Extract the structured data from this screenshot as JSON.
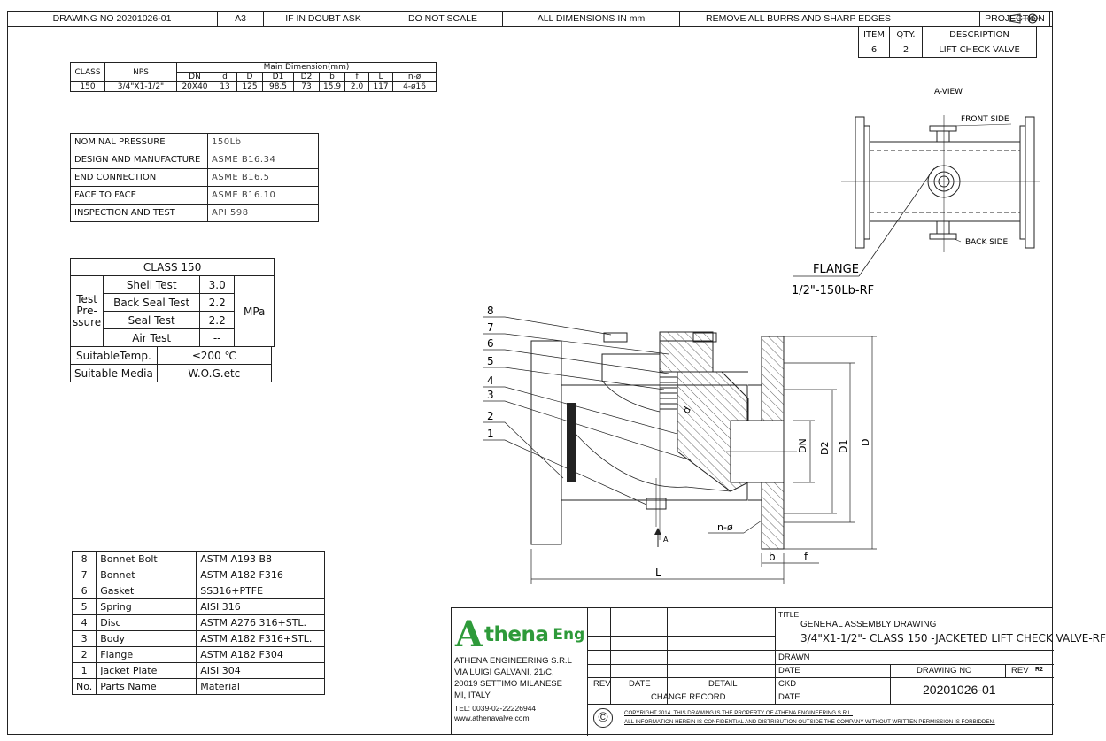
{
  "topbar": {
    "drawing_no": "DRAWING NO  20201026-01",
    "size": "A3",
    "doubt": "IF IN DOUBT ASK",
    "scale": "DO NOT SCALE",
    "dims": "ALL DIMENSIONS IN mm",
    "burrs": "REMOVE ALL BURRS AND SHARP EDGES",
    "projection": "PROJECTION"
  },
  "item_table": {
    "headers": [
      "ITEM",
      "QTY.",
      "DESCRIPTION"
    ],
    "row": [
      "6",
      "2",
      "LIFT CHECK VALVE"
    ]
  },
  "dimensions": {
    "class_label": "CLASS",
    "nps_label": "NPS",
    "main_label": "Main Dimension(mm)",
    "sub_headers": [
      "DN",
      "d",
      "D",
      "D1",
      "D2",
      "b",
      "f",
      "L",
      "n-ø"
    ],
    "row": {
      "class": "150",
      "nps": "3/4\"X1-1/2\"",
      "values": [
        "20X40",
        "13",
        "125",
        "98.5",
        "73",
        "15.9",
        "2.0",
        "117",
        "4-ø16"
      ]
    }
  },
  "specs": [
    {
      "k": "NOMINAL PRESSURE",
      "v": "150Lb"
    },
    {
      "k": "DESIGN AND MANUFACTURE",
      "v": "ASME B16.34"
    },
    {
      "k": "END CONNECTION",
      "v": "ASME B16.5"
    },
    {
      "k": "FACE TO FACE",
      "v": "ASME B16.10"
    },
    {
      "k": "INSPECTION AND TEST",
      "v": "API 598"
    }
  ],
  "pressure": {
    "title": "CLASS 150",
    "group_label": "Test Pre- ssure",
    "unit": "MPa",
    "rows": [
      {
        "name": "Shell Test",
        "value": "3.0"
      },
      {
        "name": "Back Seal Test",
        "value": "2.2"
      },
      {
        "name": "Seal Test",
        "value": "2.2"
      },
      {
        "name": "Air Test",
        "value": "--"
      }
    ],
    "temp_label": "SuitableTemp.",
    "temp_value": "≤200 ℃",
    "media_label": "Suitable Media",
    "media_value": "W.O.G.etc"
  },
  "parts": [
    {
      "no": "8",
      "name": "Bonnet Bolt",
      "mat": "ASTM A193 B8"
    },
    {
      "no": "7",
      "name": "Bonnet",
      "mat": "ASTM A182 F316"
    },
    {
      "no": "6",
      "name": "Gasket",
      "mat": "SS316+PTFE"
    },
    {
      "no": "5",
      "name": "Spring",
      "mat": "AISI 316"
    },
    {
      "no": "4",
      "name": "Disc",
      "mat": "ASTM A276 316+STL."
    },
    {
      "no": "3",
      "name": "Body",
      "mat": "ASTM A182 F316+STL."
    },
    {
      "no": "2",
      "name": "Flange",
      "mat": "ASTM A182 F304"
    },
    {
      "no": "1",
      "name": "Jacket Plate",
      "mat": "AISI 304"
    },
    {
      "no": "No.",
      "name": "Parts Name",
      "mat": "Material"
    }
  ],
  "drawing": {
    "a_view": "A-VIEW",
    "front_side": "FRONT SIDE",
    "back_side": "BACK SIDE",
    "flange_label": "FLANGE",
    "flange_spec": "1/2\"-150Lb-RF",
    "callouts": [
      "8",
      "7",
      "6",
      "5",
      "4",
      "3",
      "2",
      "1"
    ],
    "dim_dn": "DN",
    "dim_d2": "D2",
    "dim_d1": "D1",
    "dim_d": "D",
    "dim_small_d": "d",
    "dim_b": "b",
    "dim_f": "f",
    "dim_l": "L",
    "dim_n": "n-ø",
    "arrow_a": "A"
  },
  "title_block": {
    "logo_a": "A",
    "logo_text": "thena",
    "logo_eng": "Eng",
    "company": "ATHENA ENGINEERING S.R.L",
    "addr1": "VIA LUIGI GALVANI, 21/C,",
    "addr2": "20019 SETTIMO MILANESE",
    "addr3": "MI, ITALY",
    "tel": "TEL: 0039-02-22226944",
    "web": "www.athenavalve.com",
    "title_label": "TITLE",
    "title1": "GENERAL ASSEMBLY DRAWING",
    "title2": "3/4\"X1-1/2\"- CLASS 150 -JACKETED LIFT CHECK VALVE-RF",
    "drawn": "DRAWN",
    "date": "DATE",
    "ckd": "CKD",
    "date2": "DATE",
    "rev": "REV",
    "rev_date": "DATE",
    "detail": "DETAIL",
    "change_record": "CHANGE RECORD",
    "drawing_no_label": "DRAWING NO",
    "rev_label": "REV",
    "rev_value": "R2",
    "drawing_no": "20201026-01",
    "copyright_symbol": "©",
    "copy1": "COPYRIGHT 2014. THIS DRAWING IS THE PROPERTY OF ATHENA ENGINEERING S.R.L.",
    "copy2": "ALL INFORMATION HEREIN IS CONFIDENTIAL AND DISTRIBUTION OUTSIDE THE COMPANY WITHOUT WRITTEN PERMISSION IS FORBIDDEN."
  }
}
